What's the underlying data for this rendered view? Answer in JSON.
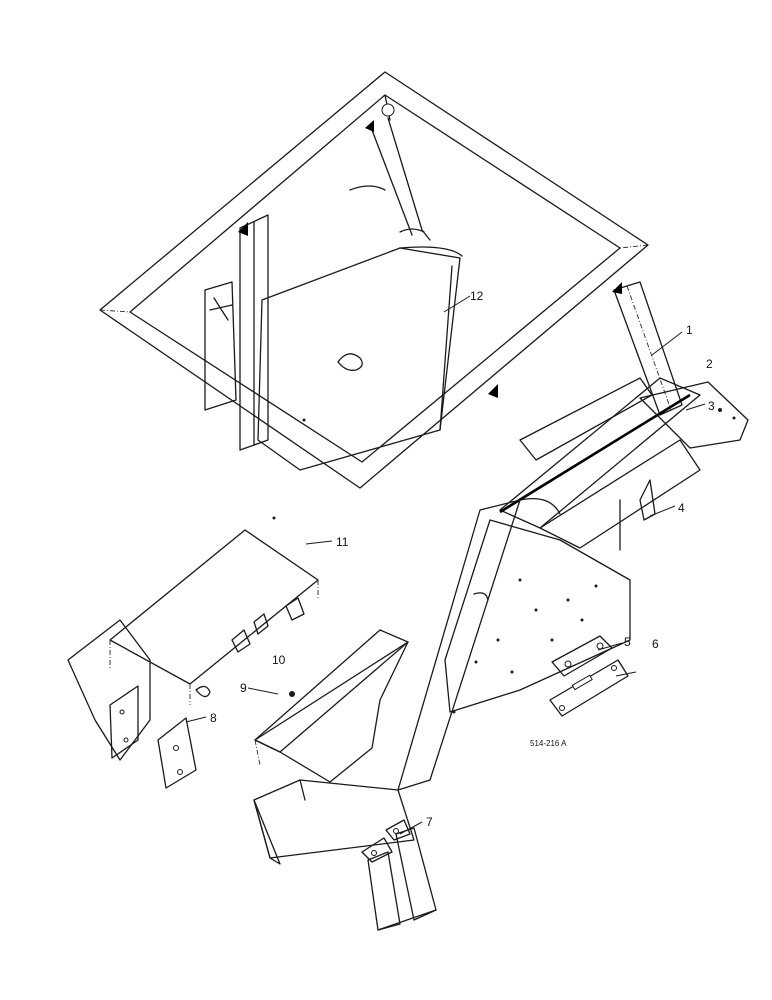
{
  "callouts": {
    "c1": "1",
    "c2": "2",
    "c3": "3",
    "c4": "4",
    "c5": "5",
    "c6": "6",
    "c7": "7",
    "c8": "8",
    "c9": "9",
    "c10": "10",
    "c11": "11",
    "c12": "12"
  },
  "figure_ref": "514-216 A"
}
